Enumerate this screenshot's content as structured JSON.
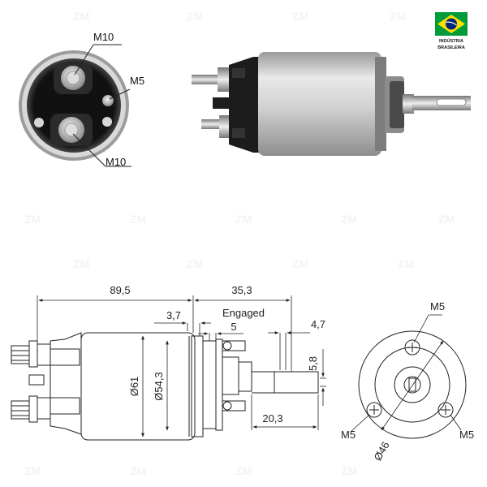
{
  "badge": {
    "line1": "INDÚSTRIA",
    "line2": "BRASILEIRA",
    "flag_colors": {
      "green": "#009b3a",
      "yellow": "#fedf00",
      "blue": "#002776"
    }
  },
  "watermark": {
    "text": "ZM"
  },
  "end_view": {
    "labels": {
      "top_stud": "M10",
      "small_stud": "M5",
      "bottom_stud": "M10"
    }
  },
  "side_drawing": {
    "dims": {
      "overall_length": "89,5",
      "plunger_travel": "35,3",
      "engaged_label": "Engaged",
      "flange_offset": "3,7",
      "flange_width": "5",
      "slot_height": "4,7",
      "tab_width": "5,8",
      "tab_length": "20,3",
      "body_diameter": "Ø61",
      "inner_diameter": "Ø54,3"
    }
  },
  "front_drawing": {
    "dims": {
      "screw_top": "M5",
      "screw_left": "M5",
      "screw_right": "M5",
      "bolt_circle": "Ø46"
    }
  },
  "colors": {
    "line": "#222222",
    "photo_metal": "#c9c9c9",
    "photo_dark": "#1c1c1c"
  }
}
